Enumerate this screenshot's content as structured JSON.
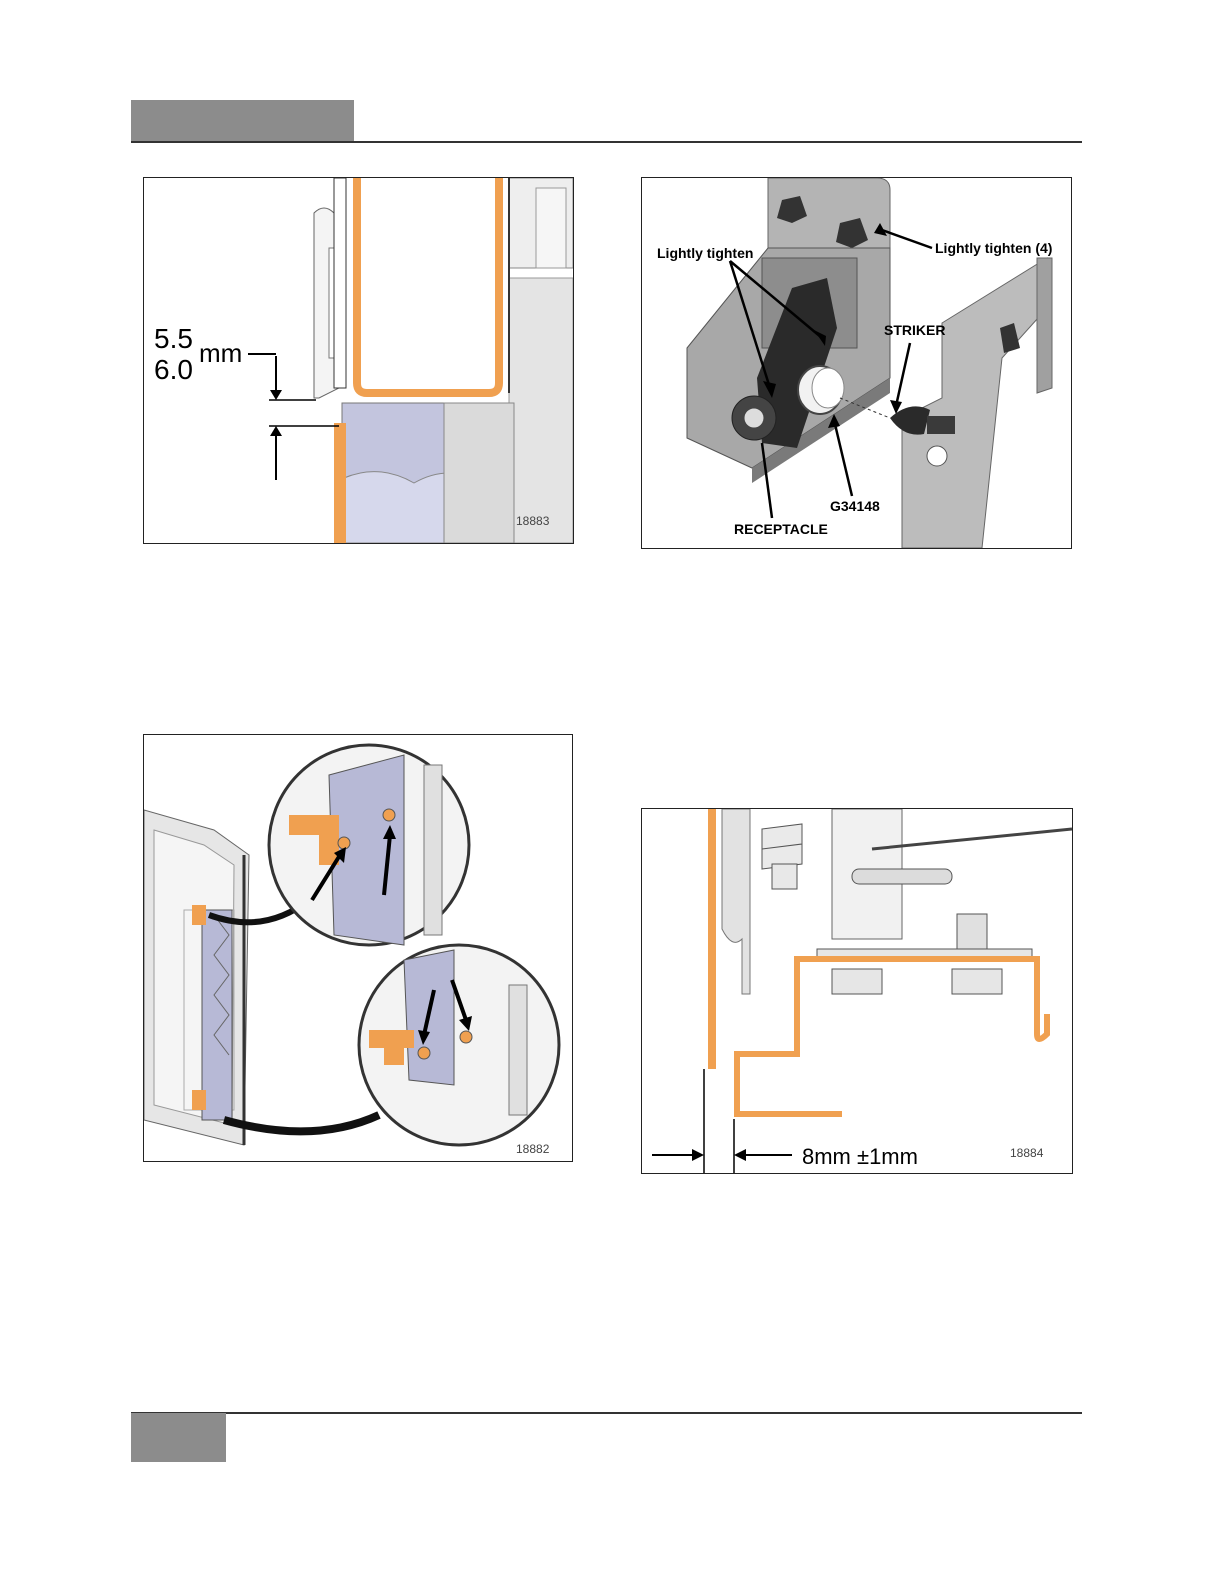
{
  "figures": [
    {
      "id": "18883",
      "labels": {
        "dim_top": "5.5",
        "dim_bottom": "6.0",
        "unit": "mm"
      },
      "number": "18883"
    },
    {
      "id": "G34148",
      "labels": {
        "lightly_tighten": "Lightly tighten",
        "lightly_tighten_4": "Lightly tighten (4)",
        "striker": "STRIKER",
        "part_number": "G34148",
        "receptacle": "RECEPTACLE"
      }
    },
    {
      "id": "18882",
      "number": "18882"
    },
    {
      "id": "18884",
      "labels": {
        "dimension": "8mm ±1mm"
      },
      "number": "18884"
    }
  ],
  "colors": {
    "accent_orange": "#f0a050",
    "header_gray": "#8c8c8c",
    "panel_blue": "#b7b9d6"
  }
}
